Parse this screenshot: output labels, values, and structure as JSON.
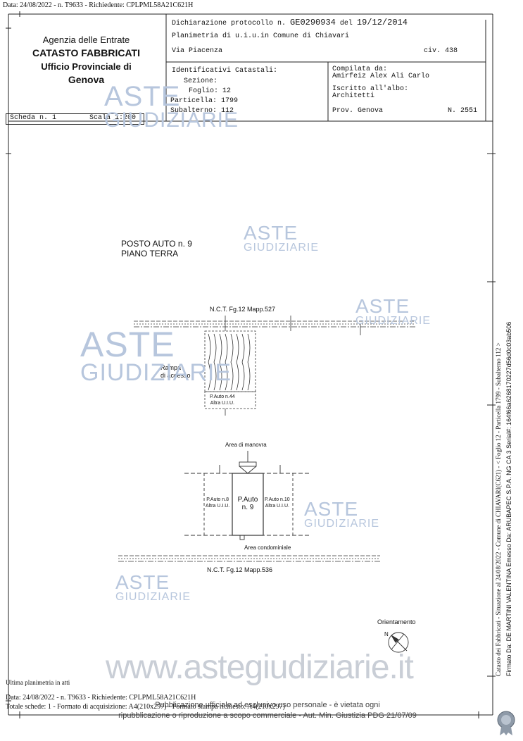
{
  "top_stamp": "Data: 24/08/2022 - n. T9633 - Richiedente: CPLPML58A21C621H",
  "agency": {
    "line1": "Agenzia delle Entrate",
    "line2": "CATASTO FABBRICATI",
    "line3": "Ufficio Provinciale di",
    "line4": "Genova"
  },
  "header": {
    "dichiarazione_label": "Dichiarazione protocollo n.",
    "protocollo": "GE0290934",
    "del_label": "del",
    "date": "19/12/2014",
    "planimetria": "Planimetria di u.i.u.in Comune di Chiavari",
    "via": "Via Piacenza",
    "civ": "civ. 438"
  },
  "identificativi": {
    "title": "Identificativi Catastali:",
    "sezione": "Sezione:",
    "foglio": "Foglio: 12",
    "particella": "Particella: 1799",
    "subalterno": "Subalterno: 112"
  },
  "compilata": {
    "label": "Compilata da:",
    "name": "Amirfeiz Alex Ali Carlo",
    "iscritto": "Iscritto all'albo:",
    "albo": "Architetti",
    "prov": "Prov. Genova",
    "num": "N. 2551"
  },
  "scheda": {
    "scheda": "Scheda n. 1",
    "scala": "Scala 1:200"
  },
  "plan": {
    "title1": "POSTO AUTO n. 9",
    "title2": "PIANO TERRA",
    "nct_top": "N.C.T.  Fg.12  Mapp.527",
    "rampa1": "Rampa",
    "rampa2": "di accesso",
    "pauto44a": "P.Auto n.44",
    "pauto44b": "Altra U.I.U.",
    "area_manovra": "Area di manovra",
    "pauto8a": "P.Auto n.8",
    "pauto8b": "Altra U.I.U.",
    "pauto9a": "P.Auto",
    "pauto9b": "n. 9",
    "pauto10a": "P.Auto n.10",
    "pauto10b": "Altra U.I.U.",
    "area_condominiale": "Area condominiale",
    "nct_bottom": "N.C.T.   Fg.12  Mapp.536",
    "orientamento": "Orientamento",
    "north": "N"
  },
  "watermarks": {
    "aste": "ASTE",
    "giudiziarie": "GIUDIZIARIE",
    "site": "www.astegiudiziarie.it"
  },
  "footer": {
    "ultima": "Ultima planimetria in atti",
    "stamp2": "Data: 24/08/2022 - n. T9633 - Richiedente: CPLPML58A21C621H",
    "totale": "Totale schede: 1 - Formato di acquisizione: A4(210x297) - Formato stampa richiesto: A4(210x297)",
    "pub1": "Pubblicazione ufficiale ad esclusivo uso personale - è vietata ogni",
    "pub2": "ripubblicazione o riproduzione a scopo commerciale - Aut. Min. Giustizia PDG 21/07/09"
  },
  "side_text": {
    "line1": "Catasto dei Fabbricati - Situazione al 24/08/2022 - Comune di CHIAVARI(C621) - < Foglio 12 - Particella 1799 - Subalterno 112 >",
    "line2": "Firmato Da: DE MARTINI VALENTINA Emesso Da: ARUBAPEC S.P.A. NG CA 3 Serial#: 164f66a6268170227d56d0c03ab506"
  }
}
